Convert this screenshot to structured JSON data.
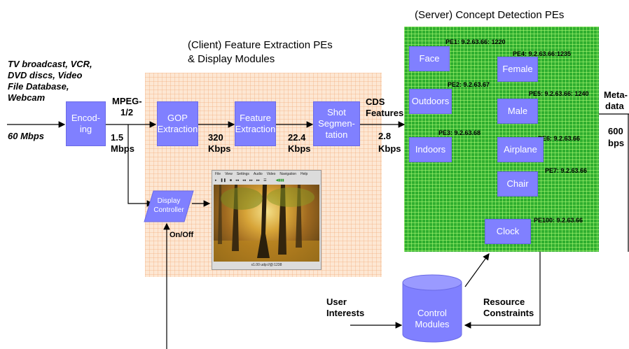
{
  "source_text": {
    "line1": "TV broadcast, VCR,",
    "line2": "DVD discs, Video",
    "line3": "File Database,",
    "line4": "Webcam",
    "rate": "60 Mbps"
  },
  "encoding": {
    "label": "Encod-ing"
  },
  "mpeg": {
    "line1": "MPEG-",
    "line2": "1/2"
  },
  "rate_after_encoding": {
    "line1": "1.5",
    "line2": "Mbps"
  },
  "client": {
    "title_line1": "(Client) Feature Extraction PEs",
    "title_line2": "& Display Modules",
    "gop": {
      "line1": "GOP",
      "line2": "Extraction"
    },
    "rate_320": {
      "line1": "320",
      "line2": "Kbps"
    },
    "feature": {
      "line1": "Feature",
      "line2": "Extraction"
    },
    "rate_22": {
      "line1": "22.4",
      "line2": "Kbps"
    },
    "shot": {
      "line1": "Shot",
      "line2": "Segmen-",
      "line3": "tation"
    },
    "display_controller": {
      "line1": "Display",
      "line2": "Controller"
    },
    "on_off": "On/Off"
  },
  "player": {
    "menu": [
      "File",
      "View",
      "Settings",
      "Audio",
      "Video",
      "Navigation",
      "Help"
    ],
    "toolbar": [
      "▸",
      "❚❚",
      "■",
      "◂◂",
      "◂◂",
      "▸▸",
      "▸▸",
      "☰"
    ],
    "status": "x1.00  udp://@:1238"
  },
  "cds": {
    "line1": "CDS",
    "line2": "Features",
    "rate_line1": "2.8",
    "rate_line2": "Kbps"
  },
  "server": {
    "title": "(Server)  Concept Detection PEs",
    "pes": [
      {
        "label": "Face",
        "addr": "PE1: 9.2.63.66: 1220"
      },
      {
        "label": "Female",
        "addr": "PE4: 9.2.63.66:1235"
      },
      {
        "label": "Outdoors",
        "addr": "PE2: 9.2.63.67"
      },
      {
        "label": "Male",
        "addr": "PE5: 9.2.63.66: 1240"
      },
      {
        "label": "Indoors",
        "addr": "PE3: 9.2.63.68"
      },
      {
        "label": "Airplane",
        "addr": "PE6: 9.2.63.66"
      },
      {
        "label": "Chair",
        "addr": "PE7: 9.2.63.66"
      },
      {
        "label": "Clock",
        "addr": "PE100: 9.2.63.66"
      }
    ]
  },
  "metadata": {
    "line1": "Meta-",
    "line2": "data",
    "rate_line1": "600",
    "rate_line2": "bps"
  },
  "control": {
    "label_line1": "Control",
    "label_line2": "Modules",
    "user_line1": "User",
    "user_line2": "Interests",
    "resource_line1": "Resource",
    "resource_line2": "Constraints"
  },
  "colors": {
    "box": "#8080ff",
    "server_bg": "#2fae2f",
    "client_bg": "#fde7d3"
  }
}
